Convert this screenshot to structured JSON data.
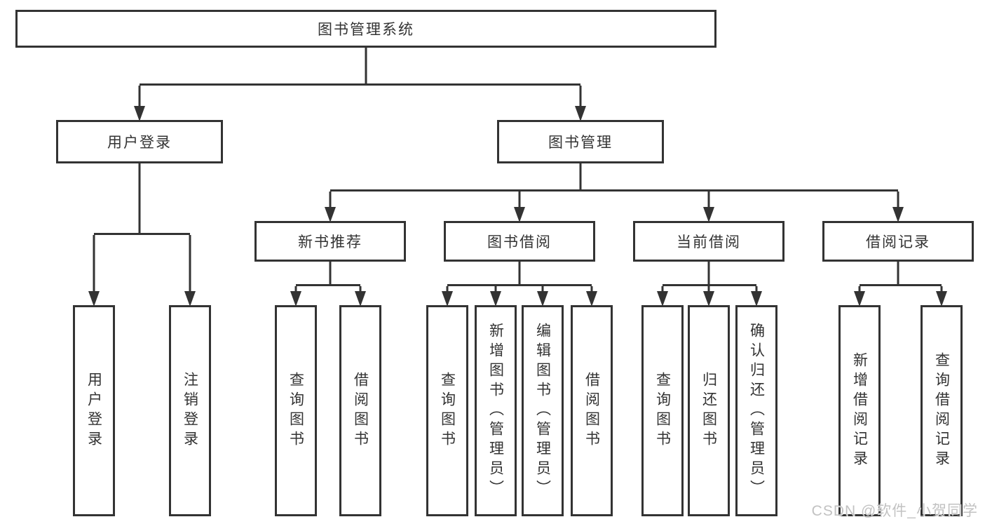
{
  "diagram": {
    "root": {
      "label": "图书管理系统"
    },
    "level2": [
      {
        "label": "用户登录"
      },
      {
        "label": "图书管理"
      }
    ],
    "level3": [
      {
        "label": "新书推荐"
      },
      {
        "label": "图书借阅"
      },
      {
        "label": "当前借阅"
      },
      {
        "label": "借阅记录"
      }
    ],
    "leaves": {
      "user_login": [
        "用户登录",
        "注销登录"
      ],
      "new_book_recommend": [
        "查询图书",
        "借阅图书"
      ],
      "book_borrow": [
        "查询图书",
        "新增图书（管理员）",
        "编辑图书（管理员）",
        "借阅图书"
      ],
      "current_borrow": [
        "查询图书",
        "归还图书",
        "确认归还（管理员）"
      ],
      "borrow_record": [
        "新增借阅记录",
        "查询借阅记录"
      ]
    }
  },
  "watermark": {
    "text": "CSDN @软件_小贺同学"
  },
  "colors": {
    "line": "#333333",
    "border": "#333333",
    "text": "#333333",
    "background": "#ffffff",
    "watermark": "#c2c2c2"
  }
}
